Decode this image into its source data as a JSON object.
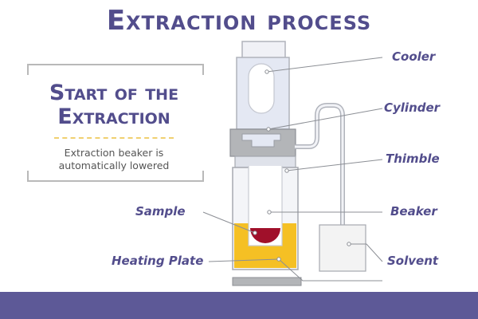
{
  "title": "Extraction process",
  "side_panel": {
    "heading_line1": "Start of the",
    "heading_line2": "Extraction",
    "text_line1": "Extraction beaker is",
    "text_line2": "automatically lowered"
  },
  "labels": {
    "cooler": "Cooler",
    "cylinder": "Cylinder",
    "thimble": "Thimble",
    "beaker": "Beaker",
    "solvent": "Solvent",
    "sample": "Sample",
    "heating_plate": "Heating Plate"
  },
  "colors": {
    "brand": "#524d8c",
    "footer": "#5d5997",
    "solvent_liquid": "#f5c024",
    "sample": "#a0102a",
    "glass": "#e4e8f3",
    "metal": "#b3b5b8"
  }
}
